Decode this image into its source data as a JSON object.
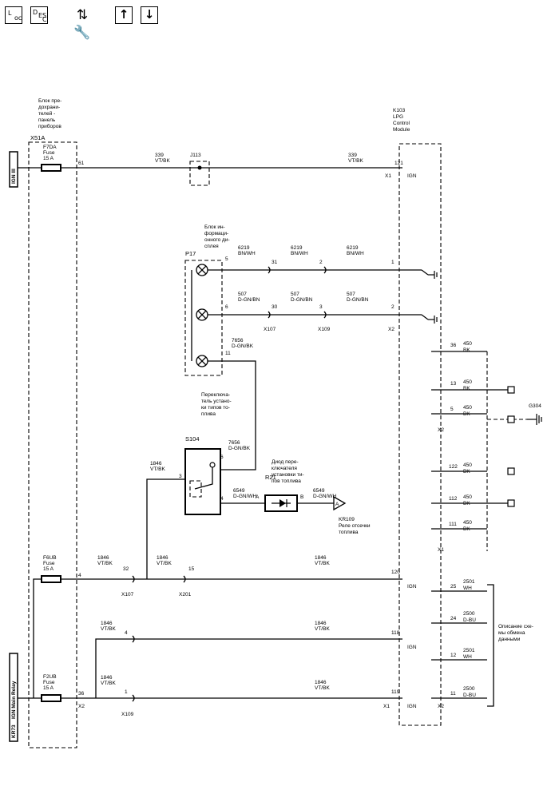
{
  "toolbar": {
    "loc_a": "L",
    "loc_b": "oc",
    "desc_a": "D",
    "desc_b": "ES",
    "desc_c": "C",
    "wrench_glyph": "⇅🔧",
    "up_glyph": "↑",
    "down_glyph": "↓"
  },
  "labels": {
    "ign_main": "IGN Main Relay",
    "ign_main_prefix": "KR73",
    "ign": "IGN III",
    "x51a": "X51A",
    "x51a_desc": [
      "Блок пре-",
      "дохрани-",
      "телей -",
      "панель",
      "приборов"
    ],
    "f7da": "F7DA",
    "f6ub": "F6UB",
    "f2ub": "F2UB",
    "fuse": "Fuse",
    "amp": "15 A",
    "pin61": "61",
    "pin4": "4",
    "pin36": "36",
    "pin32": "32",
    "pin15": "15",
    "x2": "X2",
    "x1": "X1",
    "x107": "X107",
    "x109": "X109",
    "x201": "X201",
    "j113": "J113",
    "k103": "K103",
    "k103_desc": [
      "LPG",
      "Control",
      "Module"
    ],
    "w339": "339",
    "vtbk": "VT/BK",
    "x1_121": "121",
    "ign_l": "IGN",
    "p17": "P17",
    "p17_desc": [
      "Блок ин-",
      "формаци-",
      "онного ди-",
      "сплея"
    ],
    "w6219": "6219",
    "bnwh": "BN/WH",
    "w507": "507",
    "dgnbn": "D-GN/BN",
    "w7656": "7656",
    "dgnbk": "D-GN/BK",
    "w6549": "6549",
    "dgnwh": "D-GN/WH",
    "w1846": "1846",
    "w450": "450",
    "bk": "BK",
    "w2500": "2500",
    "dbu": "D-BU",
    "w2501": "2501",
    "wh": "WH",
    "p5": "5",
    "p6": "6",
    "p11": "11",
    "p31": "31",
    "p30": "30",
    "p2": "2",
    "p3": "3",
    "p1": "1",
    "p36": "36",
    "p13": "13",
    "p122": "122",
    "p112": "112",
    "p111": "111",
    "p120": "120",
    "p118": "118",
    "p119": "119",
    "p25": "25",
    "p24": "24",
    "p12": "12",
    "s104": "S104",
    "s104_desc": [
      "Переключа-",
      "тель устано-",
      "ки типов то-",
      "плива"
    ],
    "s104_pins": [
      "3",
      "6",
      "4"
    ],
    "r21": "R21",
    "r21_desc": [
      "Диод пере-",
      "ключателя",
      "установки ти-",
      "пов топлива"
    ],
    "r21_a": "A",
    "r21_b": "B",
    "kr109": "KR109",
    "kr109_desc": [
      "Реле отсечки",
      "топлива"
    ],
    "g304": "G304",
    "data_desc": [
      "Описание схе-",
      "мы обмена",
      "данными"
    ]
  }
}
